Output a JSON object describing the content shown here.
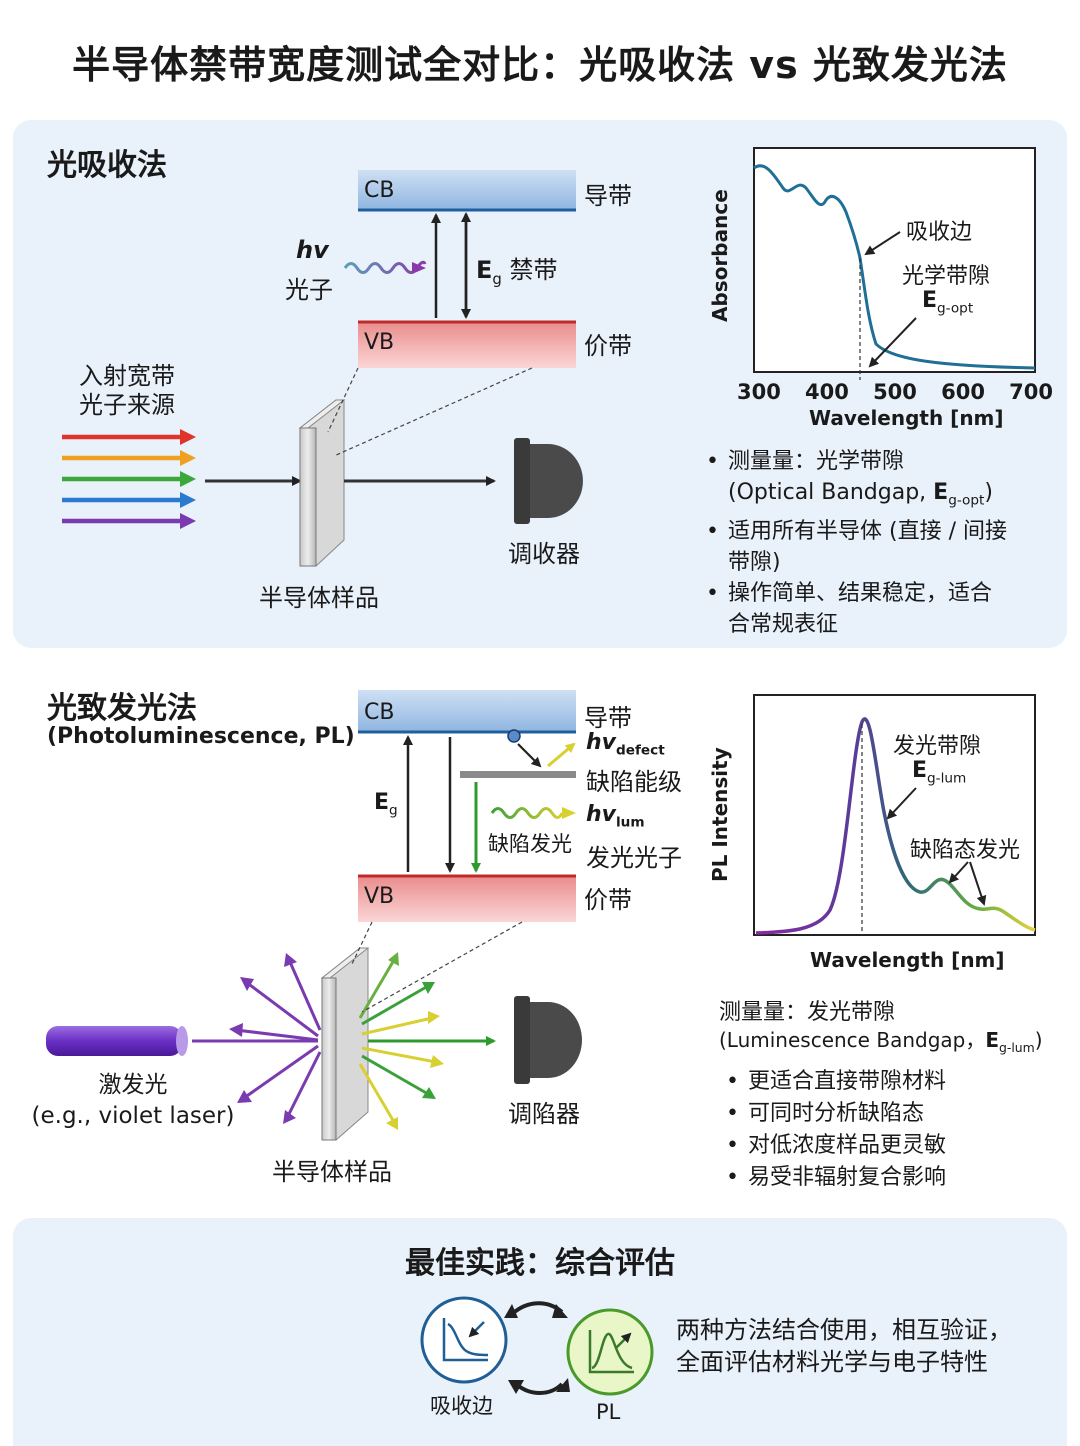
{
  "title": "半导体禁带宽度测试全对比：光吸收法 vs 光致发光法",
  "absorption": {
    "section_title": "光吸收法",
    "cb_label": "CB",
    "cb_name": "导带",
    "vb_label": "VB",
    "vb_name": "价带",
    "photon_symbol": "hv",
    "photon_label": "光子",
    "eg_symbol": "E",
    "eg_sub": "g",
    "eg_label": "禁带",
    "source_label_1": "入射宽带",
    "source_label_2": "光子来源",
    "sample_label": "半导体样品",
    "detector_label": "调收器",
    "chart": {
      "ylabel": "Absorbance",
      "xlabel": "Wavelength [nm]",
      "ticks": [
        "300",
        "400",
        "500",
        "600",
        "700"
      ],
      "edge_label": "吸收边",
      "gap_label": "光学带隙",
      "gap_symbol": "E",
      "gap_sub": "g-opt"
    },
    "bullets": {
      "b1_line1": "测量量：光学带隙",
      "b1_line2_pre": "(Optical Bandgap, ",
      "b1_sym": "E",
      "b1_sub": "g-opt",
      "b1_close": ")",
      "b2_line1": "适用所有半导体 (直接 / 间接",
      "b2_line2": "带隙)",
      "b3_line1": "操作简单、结果稳定，适合",
      "b3_line2": "合常规表征"
    },
    "colors": {
      "cb": "#a9c8ea",
      "vb": "#f0a3a3",
      "curve": "#1f6f96"
    }
  },
  "pl": {
    "section_title": "光致发光法",
    "section_subtitle": "(Photoluminescence, PL)",
    "cb_label": "CB",
    "cb_name": "导带",
    "vb_label": "VB",
    "vb_name": "价带",
    "eg_symbol": "E",
    "eg_sub": "g",
    "defect_symbol": "hv",
    "defect_sub": "defect",
    "defect_level_label": "缺陷能级",
    "lum_symbol": "hv",
    "lum_sub": "lum",
    "defect_emission_label": "缺陷发光",
    "lum_photon_label": "发光光子",
    "laser_label_1": "激发光",
    "laser_label_2": "(e.g., violet laser)",
    "sample_label": "半导体样品",
    "detector_label": "调陷器",
    "chart": {
      "ylabel": "PL Intensity",
      "xlabel": "Wavelength [nm]",
      "peak_label": "发光带隙",
      "peak_symbol": "E",
      "peak_sub": "g-lum",
      "defect_label": "缺陷态发光"
    },
    "measure_line1": "测量量：发光带隙",
    "measure_line2_pre": "(Luminescence Bandgap，",
    "measure_sym": "E",
    "measure_sub": "g-lum",
    "measure_close": ")",
    "bullets": [
      "更适合直接带隙材料",
      "可同时分析缺陷态",
      "对低浓度样品更灵敏",
      "易受非辐射复合影响"
    ]
  },
  "best": {
    "title": "最佳实践：综合评估",
    "icon1_label": "吸收边",
    "icon2_label": "PL",
    "desc_line1": "两种方法结合使用，相互验证，",
    "desc_line2": "全面评估材料光学与电子特性"
  }
}
